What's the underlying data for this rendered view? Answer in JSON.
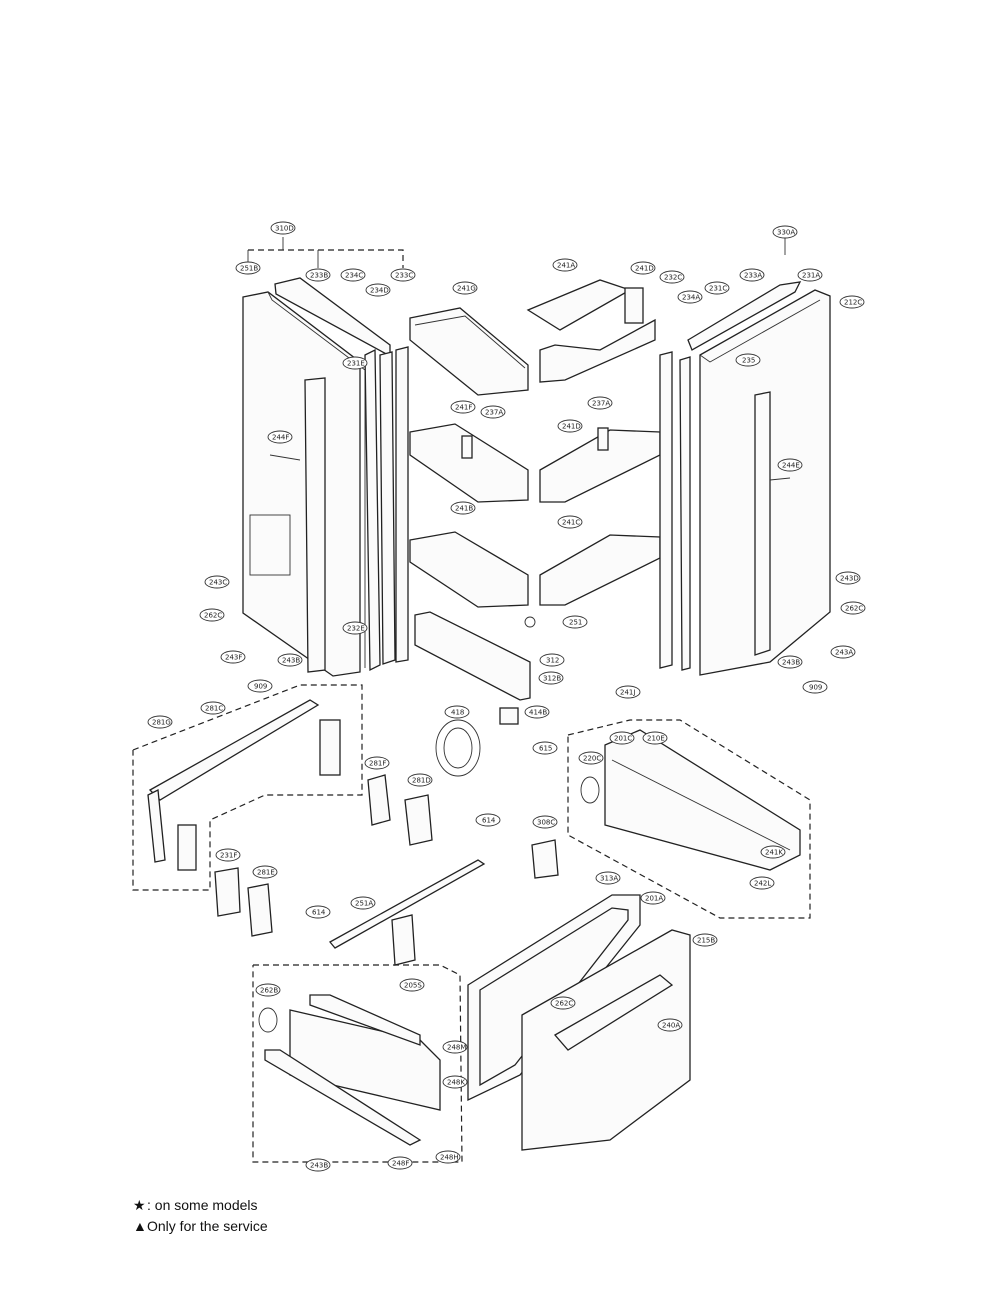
{
  "labels": {
    "b_310": "310D",
    "b_251B": "251B",
    "b_233B": "233B",
    "b_234C": "234C",
    "b_234D": "234D",
    "b_233C": "233C",
    "b_241G": "241G",
    "b_241A": "241A",
    "b_241D_top": "241D",
    "b_232C": "232C",
    "b_330A": "330A",
    "b_233A": "233A",
    "b_231A": "231A",
    "b_212C": "212C",
    "b_234A": "234A",
    "b_231C": "231C",
    "b_244F_left": "244F",
    "b_243C_left": "243C",
    "b_262C_left": "262C",
    "b_243F_left": "243F",
    "b_243B_left": "243B",
    "b_909_left": "909",
    "b_231E_left": "231E",
    "b_241F_mid": "241F",
    "b_237A_mid": "237A",
    "b_237A_right": "237A",
    "b_241D_mid": "241D",
    "b_241B_bot": "241B",
    "b_241C_bot": "241C",
    "b_235_hinge": "235",
    "b_244E_right": "244E",
    "b_243D_right": "243D",
    "b_262C_right": "262C",
    "b_243A_right": "243A",
    "b_243B_right": "243B",
    "b_909_right": "909",
    "b_232E": "232E",
    "b_312B": "312B",
    "b_281G": "281G",
    "b_281C": "281C",
    "b_281F": "281F",
    "b_281D": "281D",
    "b_418": "418",
    "b_414B": "414B",
    "b_251_upper": "251",
    "b_312": "312",
    "b_615": "615",
    "b_241J": "241J",
    "b_201C": "201C",
    "b_210E": "210E",
    "b_220C": "220C",
    "b_241K": "241K",
    "b_242L": "242L",
    "b_614": "614",
    "b_308C": "308C",
    "b_231F": "231F",
    "b_281E": "281E",
    "b_614b": "614",
    "b_251A": "251A",
    "b_313A": "313A",
    "b_201A": "201A",
    "b_215B": "215B",
    "b_205S": "205S",
    "b_262B": "262B",
    "b_262C_bot": "262C",
    "b_240A": "240A",
    "b_248M": "248M",
    "b_248K": "248K",
    "b_243B_bot": "243B",
    "b_248F": "248F",
    "b_248H": "248H"
  },
  "legend": {
    "star_symbol": "★",
    "star_text": ": on some models",
    "triangle_symbol": "▲",
    "triangle_text": "Only for the service"
  }
}
